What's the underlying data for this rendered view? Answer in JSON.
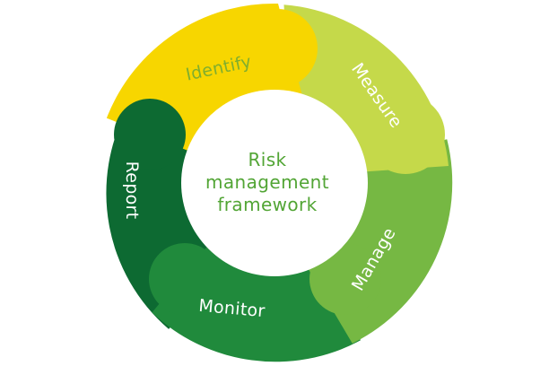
{
  "center": {
    "lines": [
      "Risk",
      "management",
      "framework"
    ],
    "color": "#52a535"
  },
  "segments": [
    {
      "key": "identify",
      "label": "Identify",
      "fill": "#f7d600",
      "text_color": "#7fae2e"
    },
    {
      "key": "measure",
      "label": "Measure",
      "fill": "#c5d94a",
      "text_color": "#ffffff"
    },
    {
      "key": "manage",
      "label": "Manage",
      "fill": "#76b843",
      "text_color": "#ffffff"
    },
    {
      "key": "monitor",
      "label": "Monitor",
      "fill": "#208a3c",
      "text_color": "#ffffff"
    },
    {
      "key": "report",
      "label": "Report",
      "fill": "#0d6a32",
      "text_color": "#ffffff"
    }
  ]
}
